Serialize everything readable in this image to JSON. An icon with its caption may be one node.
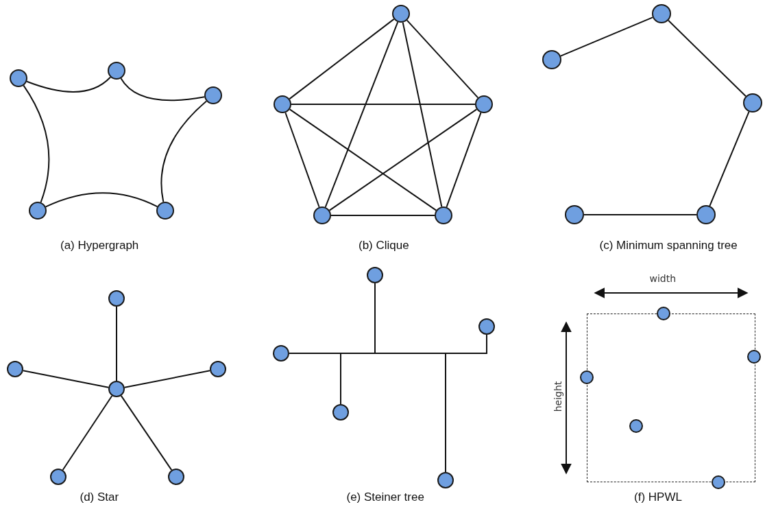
{
  "diagram": {
    "nodes": [
      {
        "text": [],
        "shape": "circle"
      },
      {
        "text": [],
        "shape": "circle"
      },
      {
        "text": [],
        "shape": "circle"
      },
      {
        "text": [],
        "shape": "circle"
      },
      {
        "text": [],
        "shape": "circle"
      },
      {
        "text": [],
        "shape": "circle"
      },
      {
        "text": [],
        "shape": "circle"
      },
      {
        "text": [],
        "shape": "circle"
      },
      {
        "text": [],
        "shape": "circle"
      },
      {
        "text": [],
        "shape": "circle"
      },
      {
        "text": [],
        "shape": "circle"
      },
      {
        "text": [],
        "shape": "circle"
      },
      {
        "text": [],
        "shape": "circle"
      },
      {
        "text": [],
        "shape": "circle"
      },
      {
        "text": [],
        "shape": "circle"
      },
      {
        "text": [],
        "shape": "circle"
      },
      {
        "text": [],
        "shape": "circle"
      },
      {
        "text": [],
        "shape": "circle"
      },
      {
        "text": [],
        "shape": "circle"
      },
      {
        "text": [],
        "shape": "circle"
      },
      {
        "text": [],
        "shape": "circle"
      },
      {
        "text": [],
        "shape": "circle"
      },
      {
        "text": [],
        "shape": "circle"
      },
      {
        "text": [],
        "shape": "circle"
      },
      {
        "text": [],
        "shape": "circle"
      },
      {
        "text": [],
        "shape": "circle"
      },
      {
        "text": [],
        "shape": "box"
      },
      {
        "text": [],
        "shape": "circle"
      },
      {
        "text": [],
        "shape": "circle"
      },
      {
        "text": [],
        "shape": "circle"
      },
      {
        "text": [],
        "shape": "circle",
        "in": 26
      },
      {
        "text": [],
        "shape": "circle"
      }
    ],
    "edges": [
      {
        "from": 0,
        "to": 2,
        "arrow": "none"
      },
      {
        "from": 2,
        "to": 4,
        "arrow": "none"
      },
      {
        "from": 4,
        "to": 3,
        "arrow": "none"
      },
      {
        "from": 3,
        "to": 1,
        "arrow": "none"
      },
      {
        "from": 1,
        "to": 0,
        "arrow": "none"
      },
      {
        "from": 5,
        "to": 6,
        "arrow": "none"
      },
      {
        "from": 5,
        "to": 7,
        "arrow": "none"
      },
      {
        "from": 5,
        "to": 8,
        "arrow": "none"
      },
      {
        "from": 5,
        "to": 9,
        "arrow": "none"
      },
      {
        "from": 6,
        "to": 7,
        "arrow": "none"
      },
      {
        "from": 6,
        "to": 8,
        "arrow": "none"
      },
      {
        "from": 6,
        "to": 9,
        "arrow": "none"
      },
      {
        "from": 7,
        "to": 8,
        "arrow": "none"
      },
      {
        "from": 7,
        "to": 9,
        "arrow": "none"
      },
      {
        "from": 8,
        "to": 9,
        "arrow": "none"
      },
      {
        "from": 11,
        "to": 10,
        "arrow": "none"
      },
      {
        "from": 10,
        "to": 12,
        "arrow": "none"
      },
      {
        "from": 12,
        "to": 14,
        "arrow": "none"
      },
      {
        "from": 14,
        "to": 13,
        "arrow": "none"
      },
      {
        "from": 17,
        "to": 15,
        "arrow": "none"
      },
      {
        "from": 17,
        "to": 16,
        "arrow": "none"
      },
      {
        "from": 17,
        "to": 18,
        "arrow": "none"
      },
      {
        "from": 17,
        "to": 19,
        "arrow": "none"
      },
      {
        "from": 17,
        "to": 20,
        "arrow": "none"
      },
      {
        "from": 23,
        "to": 21,
        "arrow": "none"
      },
      {
        "from": 23,
        "to": 22,
        "arrow": "none"
      },
      {
        "from": 23,
        "to": 24,
        "arrow": "none"
      },
      {
        "from": 23,
        "to": 25,
        "arrow": "none"
      }
    ],
    "labels": [
      "(a) Hypergraph",
      "(b) Clique",
      "(c) Minimum spanning tree",
      "width",
      "height",
      "(d) Star",
      "(e) Steiner tree",
      "(f) HPWL"
    ]
  }
}
